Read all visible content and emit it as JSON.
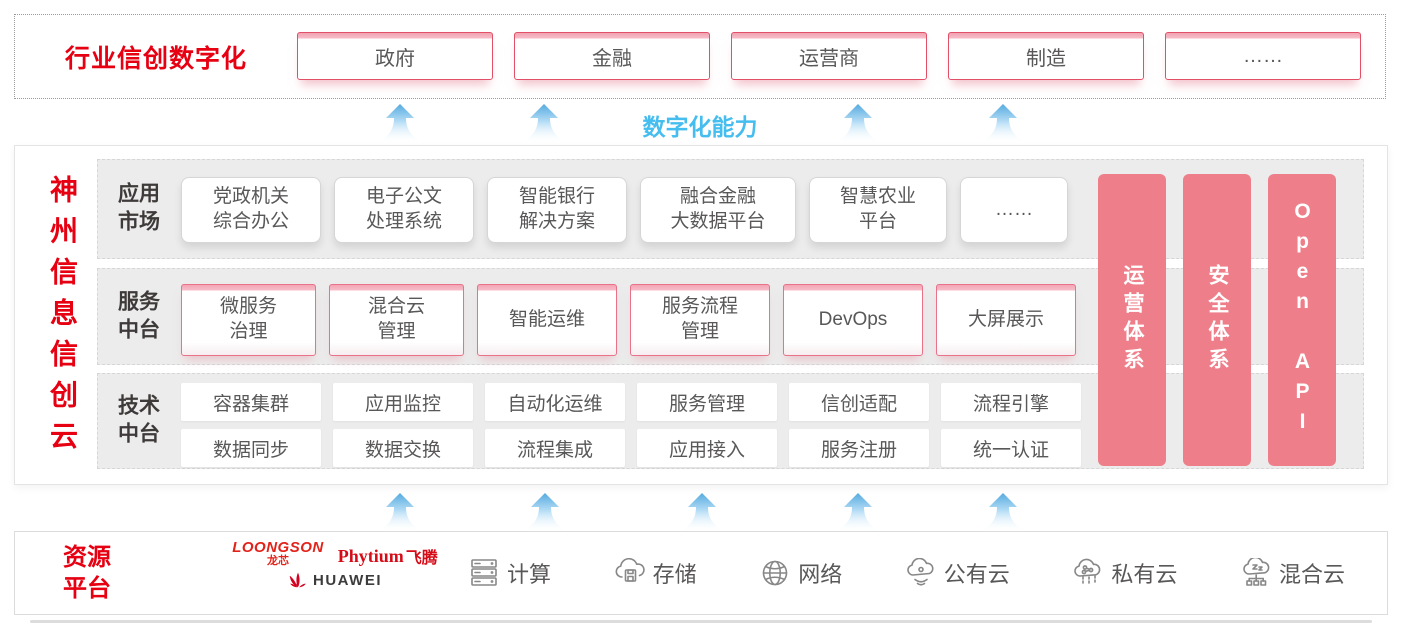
{
  "colors": {
    "accent_red": "#e60012",
    "pillar_pink": "#ee7f8a",
    "capability_blue": "#45bdee",
    "box_border_pink": "#e25068",
    "band_gray": "#ececec",
    "box_text_gray": "#595757"
  },
  "top_band": {
    "title": "行业信创数字化",
    "industries": [
      "政府",
      "金融",
      "运营商",
      "制造",
      "……"
    ]
  },
  "capability_label": "数字化能力",
  "platform": {
    "vertical_title": "神州信息信创云",
    "rows": [
      {
        "label": "应用\n市场",
        "items": [
          "党政机关\n综合办公",
          "电子公文\n处理系统",
          "智能银行\n解决方案",
          "融合金融\n大数据平台",
          "智慧农业\n平台",
          "……"
        ]
      },
      {
        "label": "服务\n中台",
        "items": [
          "微服务\n治理",
          "混合云\n管理",
          "智能运维",
          "服务流程\n管理",
          "DevOps",
          "大屏展示"
        ]
      },
      {
        "label": "技术\n中台",
        "items_row1": [
          "容器集群",
          "应用监控",
          "自动化运维",
          "服务管理",
          "信创适配",
          "流程引擎"
        ],
        "items_row2": [
          "数据同步",
          "数据交换",
          "流程集成",
          "应用接入",
          "服务注册",
          "统一认证"
        ]
      }
    ],
    "pillars": [
      "运营体系",
      "安全体系",
      "Open API"
    ]
  },
  "resources": {
    "label": "资源\n平台",
    "vendors": {
      "loongson": "LOONGSON",
      "loongson_cn": "龙芯",
      "phytium": "Phytium",
      "phytium_cn": "飞腾",
      "huawei": "HUAWEI"
    },
    "items": [
      {
        "name": "计算",
        "icon": "compute-icon"
      },
      {
        "name": "存储",
        "icon": "storage-icon"
      },
      {
        "name": "网络",
        "icon": "network-icon"
      },
      {
        "name": "公有云",
        "icon": "public-cloud-icon"
      },
      {
        "name": "私有云",
        "icon": "private-cloud-icon"
      },
      {
        "name": "混合云",
        "icon": "hybrid-cloud-icon"
      }
    ]
  }
}
